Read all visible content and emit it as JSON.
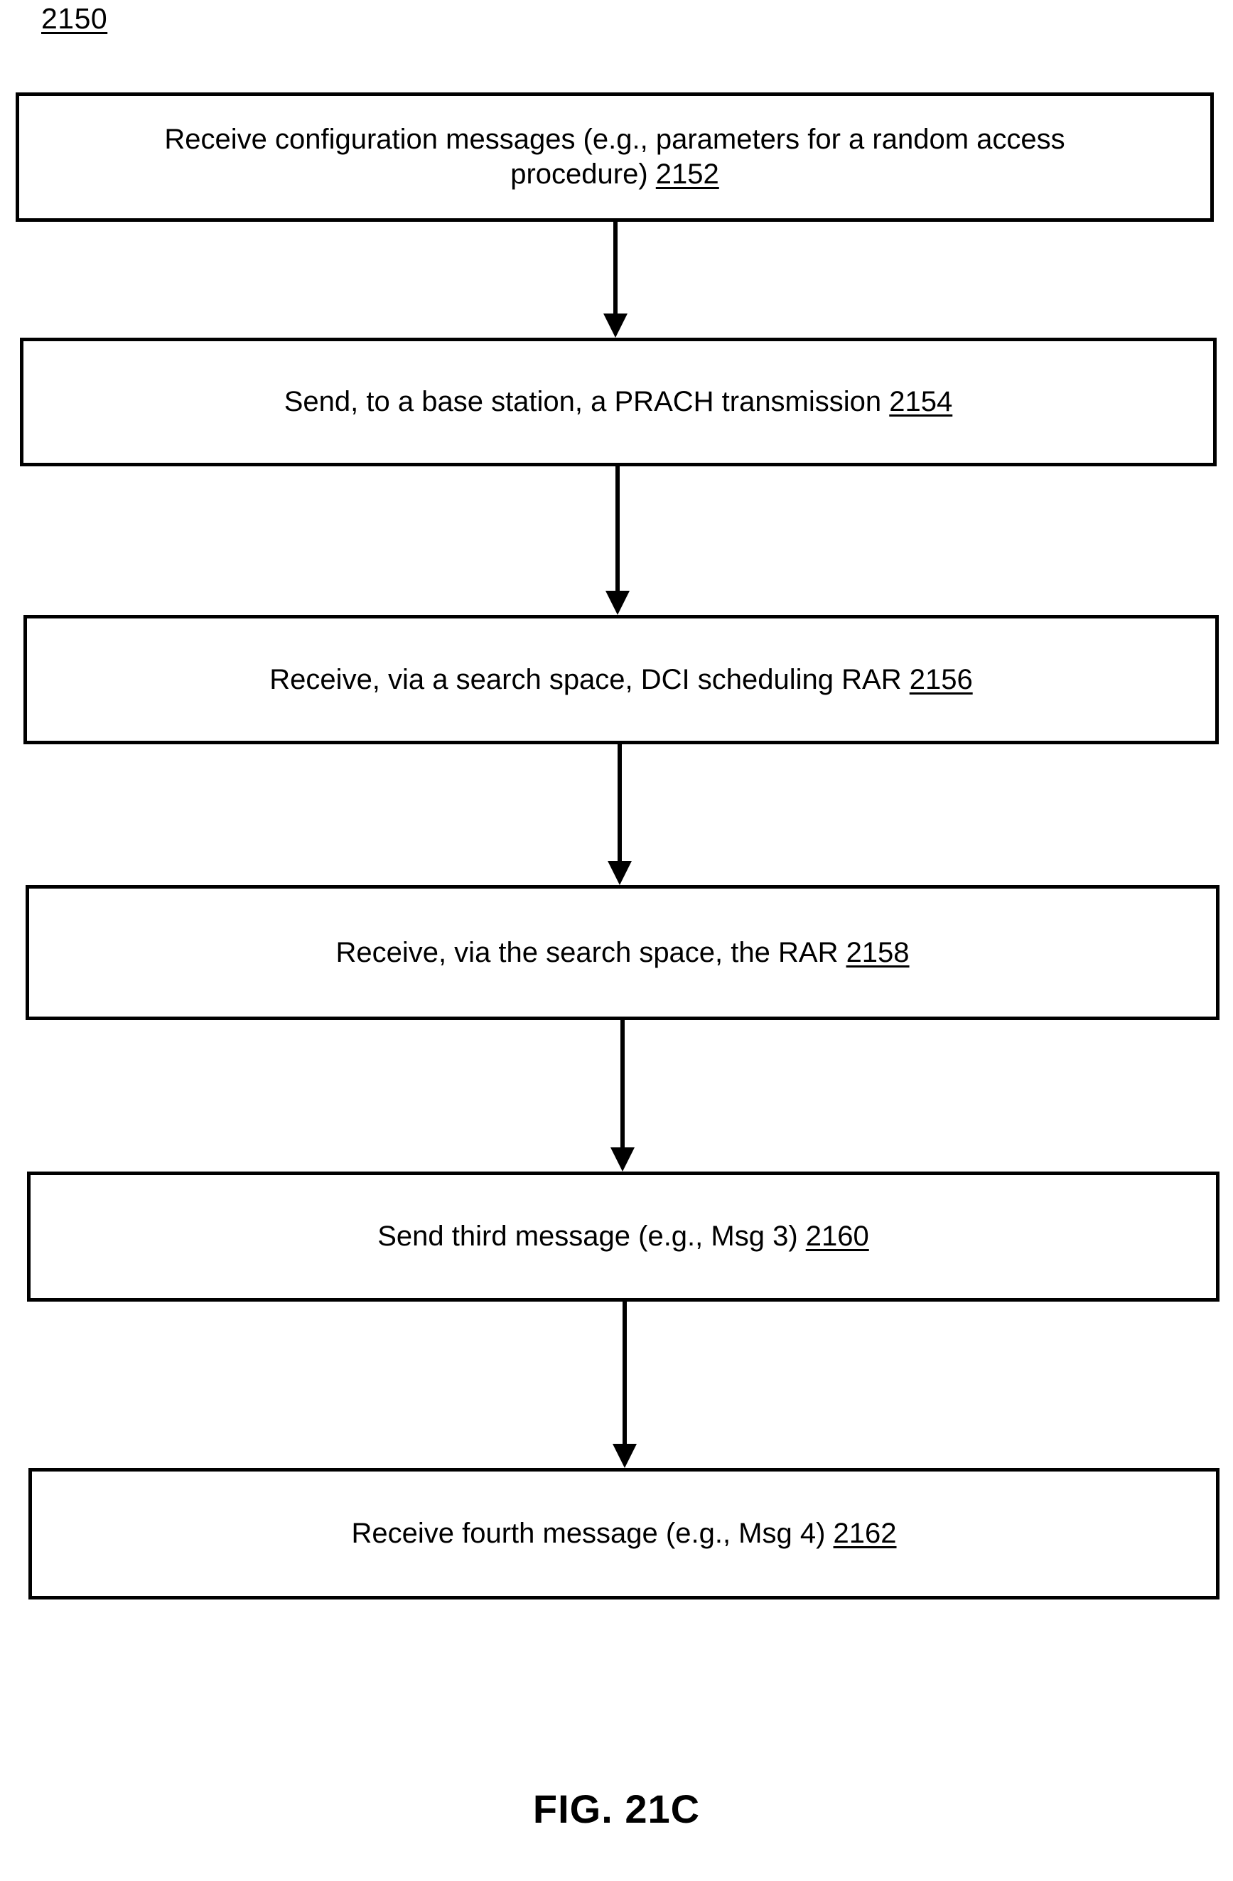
{
  "figure": {
    "reference_numeral": "2150",
    "caption": "FIG. 21C",
    "type": "flowchart"
  },
  "steps": [
    {
      "id": "step-2152",
      "text": "Receive configuration messages (e.g., parameters for a random access\nprocedure) ",
      "ref": "2152"
    },
    {
      "id": "step-2154",
      "text": "Send, to a base station, a PRACH transmission ",
      "ref": "2154"
    },
    {
      "id": "step-2156",
      "text": "Receive, via a search space, DCI scheduling RAR ",
      "ref": "2156"
    },
    {
      "id": "step-2158",
      "text": "Receive, via the search space, the RAR ",
      "ref": "2158"
    },
    {
      "id": "step-2160",
      "text": "Send third message (e.g., Msg 3) ",
      "ref": "2160"
    },
    {
      "id": "step-2162",
      "text": "Receive fourth message (e.g., Msg 4) ",
      "ref": "2162"
    }
  ],
  "connectors": [
    {
      "id": "arrow-2152-2154",
      "from": "step-2152",
      "to": "step-2154"
    },
    {
      "id": "arrow-2154-2156",
      "from": "step-2154",
      "to": "step-2156"
    },
    {
      "id": "arrow-2156-2158",
      "from": "step-2156",
      "to": "step-2158"
    },
    {
      "id": "arrow-2158-2160",
      "from": "step-2158",
      "to": "step-2160"
    },
    {
      "id": "arrow-2160-2162",
      "from": "step-2160",
      "to": "step-2162"
    }
  ],
  "colors": {
    "ink": "#000000",
    "paper": "#ffffff"
  }
}
